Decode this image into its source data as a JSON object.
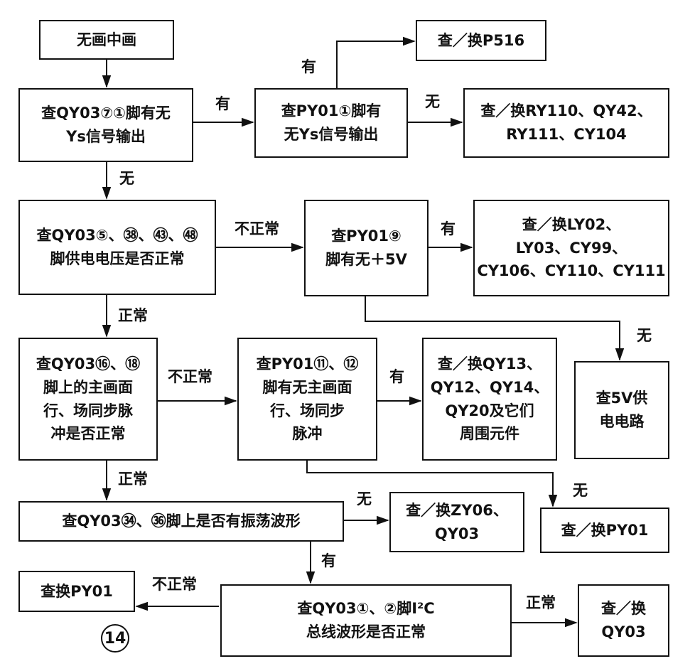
{
  "nodes": {
    "start": "无画中画",
    "chk_pin71": "查QY03⑦①脚有无\nYs信号输出",
    "chk_py01_pin1": "查PY01①脚有\n无Ys信号输出",
    "replace_p516": "查／换P516",
    "replace_ry110": "查／换RY110、QY42、\nRY111、CY104",
    "chk_supply": "查QY03⑤、㊳、㊸、㊽\n脚供电电压是否正常",
    "chk_py01_pin9": "查PY01⑨\n脚有无＋5V",
    "replace_ly02": "查／换LY02、\nLY03、CY99、\nCY106、CY110、CY111",
    "chk_sync": "查QY03⑯、⑱\n脚上的主画面\n行、场同步脉\n冲是否正常",
    "chk_py01_sync": "查PY01⑪、⑫\n脚有无主画面\n行、场同步\n脉冲",
    "replace_qy13": "查／换QY13、\nQY12、QY14、\nQY20及它们\n周围元件",
    "chk_5v": "查5V供\n电电路",
    "chk_osc": "查QY03㉞、㊱脚上是否有振荡波形",
    "replace_zy06": "查／换ZY06、\nQY03",
    "replace_py01_a": "查／换PY01",
    "chk_i2c": "查QY03①、②脚I²C\n总线波形是否正常",
    "replace_py01_b": "查换PY01",
    "replace_qy03": "查／换\nQY03"
  },
  "edges": {
    "to_py01_pin1": "有",
    "to_p516": "有",
    "to_ry110": "无",
    "to_supply": "无",
    "to_py01_pin9": "不正常",
    "to_ly02": "有",
    "to_5v": "无",
    "to_sync": "正常",
    "to_py01_sync": "不正常",
    "to_qy13": "有",
    "to_py01_a": "无",
    "to_osc": "正常",
    "to_zy06": "无",
    "to_i2c": "有",
    "to_py01_b": "不正常",
    "to_qy03": "正常"
  },
  "page_number": "14"
}
